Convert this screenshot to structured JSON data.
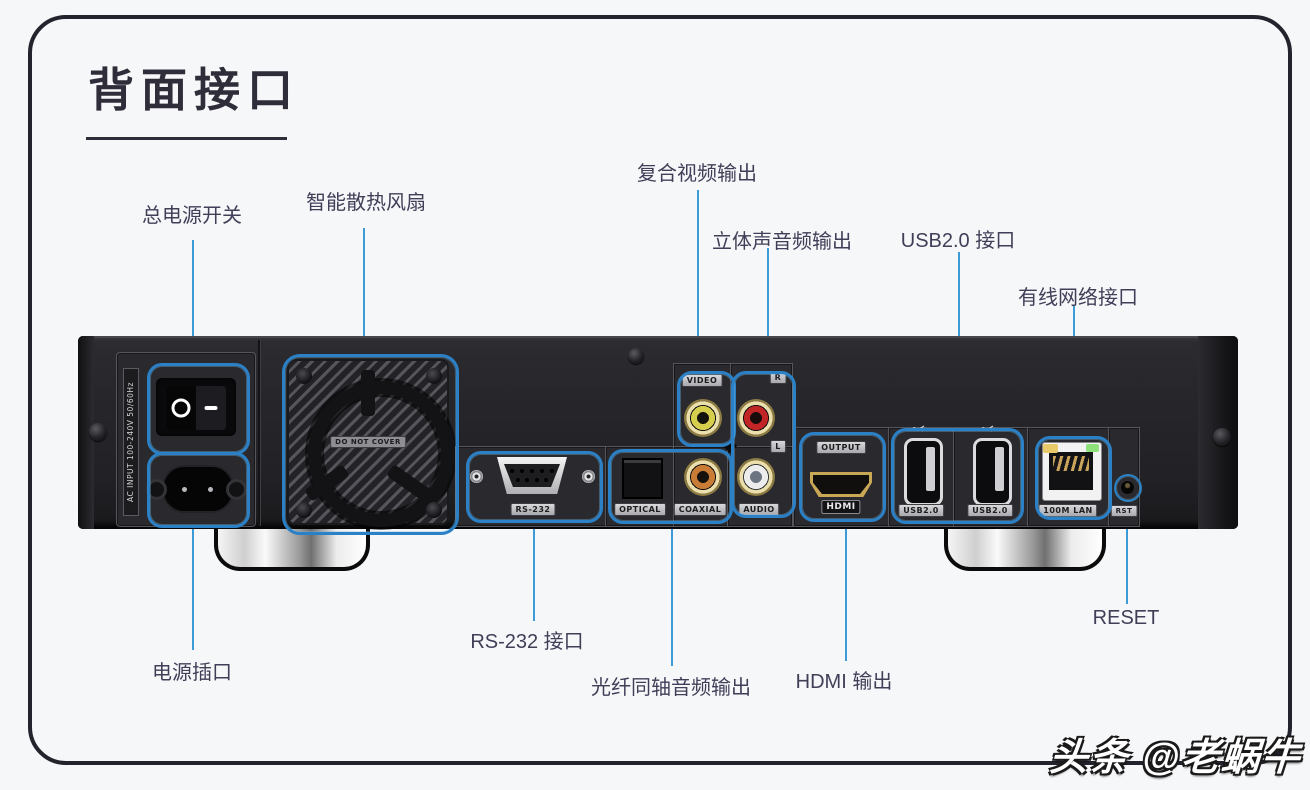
{
  "page": {
    "title": "背面接口",
    "watermark": "头条 @老蜗牛"
  },
  "colors": {
    "accent_blue": "#2b80c6",
    "leader_blue": "#3d9bd5",
    "label_text": "#413e58",
    "frame": "#23232d",
    "background": "#f6f7f9"
  },
  "callouts": {
    "top": [
      {
        "id": "main-power-switch",
        "label": "总电源开关"
      },
      {
        "id": "cooling-fan",
        "label": "智能散热风扇"
      },
      {
        "id": "composite-video",
        "label": "复合视频输出"
      },
      {
        "id": "stereo-audio",
        "label": "立体声音频输出"
      },
      {
        "id": "usb",
        "label": "USB2.0 接口"
      },
      {
        "id": "wired-lan",
        "label": "有线网络接口"
      }
    ],
    "bottom": [
      {
        "id": "power-inlet",
        "label": "电源插口"
      },
      {
        "id": "rs232",
        "label": "RS-232 接口"
      },
      {
        "id": "optical-coaxial",
        "label": "光纤同轴音频输出"
      },
      {
        "id": "hdmi-output",
        "label": "HDMI 输出"
      },
      {
        "id": "reset",
        "label": "RESET"
      }
    ]
  },
  "device": {
    "ac_strip": "AC INPUT 100-240V 50/60Hz",
    "fan_notice": "DO NOT COVER",
    "port_badges": {
      "rs232": "RS-232",
      "optical": "OPTICAL",
      "coaxial": "COAXIAL",
      "video": "VIDEO",
      "audio": "AUDIO",
      "audio_r": "R",
      "audio_l": "L",
      "hdmi_output": "OUTPUT",
      "hdmi": "HDMI",
      "usb1": "USB2.0",
      "usb2": "USB2.0",
      "lan": "100M LAN",
      "rst": "RST"
    }
  }
}
